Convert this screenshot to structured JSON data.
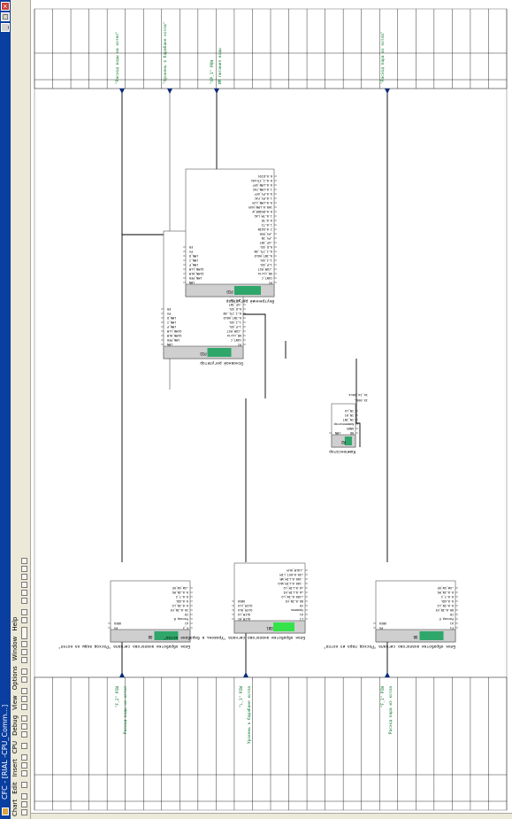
{
  "window": {
    "title": "CFC - [RIAL   -CPU_Comm...]"
  },
  "menu": [
    "Chart",
    "Edit",
    "Insert",
    "CPU",
    "Debug",
    "View",
    "Options",
    "Window",
    "Help"
  ],
  "colors": {
    "titlebar": "#0a3ea0",
    "wire": "#000000",
    "signal_text": "#0a7a2a",
    "block_header": "#c8c8c8",
    "block_active": "#2fa66a",
    "block_active_bright": "#34e34a"
  },
  "blocks": {
    "b1": {
      "title": "Блок обработки аналогово сигнала \"Расход воды на котел\"",
      "head": "OB",
      "left_pins": [
        "F_2",
        "A1",
        "Расход В",
        "CH",
        "20.0—IN_HI",
        "0.0—IN_LO",
        "0.0—SDL",
        "0.0—T_S",
        "0.0—IN_MS",
        "—SW_SW_HE"
      ],
      "right_pins": [
        "PV",
        "OBS0"
      ]
    },
    "b2": {
      "title": "Блок обработки аналогово сигнала \"Уровень в барабане котла\"",
      "head": "OB1",
      "left_pins": [
        "L1",
        "A1",
        "Уровень",
        "CH",
        "80.0—IN_HI",
        "+100.0—IN_LO",
        "+0.0—LIM_HI",
        "+0.0—LIM_LO",
        "-100.0—LIM_WLO",
        "-100.0—LIM_WR",
        "+30.0—HST_LIM",
        "—LOLM_HLM"
      ],
      "right_pins": [
        "QLIM_HI",
        "QLIM_LO",
        "QLIM_HLO",
        "QLIM_LLO",
        "OBS0"
      ]
    },
    "b3": {
      "title": "Блок обработки аналогово сигнала \"Расход пара из котла\"",
      "head": "OB",
      "left_pins": [
        "F1",
        "A1",
        "Расход П",
        "CH",
        "80.0—IN_HI",
        "0.0—IN_LO",
        "0.0—SDL",
        "0.0—T_S",
        "0.0—IN_MS",
        "—SW_SW_HE"
      ],
      "right_pins": [
        "PV",
        "OBS0"
      ]
    },
    "b4": {
      "title": "Компенсатор",
      "head": "RD",
      "left_pins": [
        "RD",
        "UNDV",
        "Компенсатор",
        "IN_INT",
        "IN_HI",
        "IN_LO"
      ],
      "right_pins": [
        "LMN"
      ],
      "extra": [
        "15.000—",
        "1о_1о_Vbus"
      ]
    },
    "b5": {
      "title": "Основной регулятор",
      "head": "PID",
      "left_pins": [
        "PI",
        "CONT_C",
        "OB_cycle",
        "—COM_RST",
        "1—P_SEL",
        "1—I_SEL",
        "0—INT_HOLD",
        "0—I_ITL_ON",
        "0—D_SEL",
        "—SP_INT",
        "—PV_IN",
        "—PV_PER",
        "10.0—GAIN",
        "0.0—TI",
        "0.0—TD",
        "-1.0—TM_LAG",
        "4p_50s_47Дhi—DEADB_W",
        "0.0—LMN_HLM",
        "0.0—LMN_LLM",
        "0.0—PV_FAC",
        "0.0—PV_OFF",
        "0.0—LMN_FAC",
        "0.0—LMN_OFF",
        "0.0—I_ITLVAL",
        "0.0—DISV"
      ],
      "right_pins": [
        "LMN",
        "LMN_PER",
        "QLMN_HLM",
        "QLMN_LLM",
        "LMN_P",
        "LMN_I",
        "LMN_D",
        "PV",
        "ER"
      ]
    },
    "b6": {
      "title": "Внутренний регулятор",
      "head": "PID",
      "left_pins": [
        "PI",
        "CONT_C",
        "OB_cycle",
        "—COM_RST",
        "1—P_SEL",
        "1—I_SEL",
        "0—INT_HOLD",
        "0—I_ITL_ON",
        "0—D_SEL",
        "—SP_INT",
        "—PV_IN",
        "—PV_PER",
        "2.0—GAIN",
        "1.0—TI",
        "0.0—TD",
        "1.0—TM_LAG",
        "0.0—DEADB_W",
        "100.0—LMN_HLM",
        "0.0—LMN_LLM",
        "1.0—PV_FAC",
        "0.0—PV_OFF",
        "1.0—LMN_FAC",
        "0.0—LMN_OFF",
        "0.0—I_ITLVAL",
        "0.0—DISV"
      ],
      "right_pins": [
        "LMN",
        "LMN_PER",
        "QLMN_HLM",
        "QLMN_LLM",
        "LMN_P",
        "LMN_I",
        "LMN_D",
        "PV",
        "ER"
      ]
    }
  },
  "signals_in": [
    {
      "tag": "\"F_2\" PIW",
      "desc": "Расход воды на котел"
    },
    {
      "tag": "\"L_1\" PIW",
      "desc": "Уровень в барабане котла"
    },
    {
      "tag": "\"F_1\" PIW",
      "desc": "Расход пара из котла"
    }
  ],
  "signals_out": [
    {
      "tag": "\"Расход воды на котел\""
    },
    {
      "tag": "\"Уровень в барабане котла\""
    },
    {
      "tag": "\"CP_1\" PQW",
      "desc": "ИМ питания воды"
    },
    {
      "tag": "\"Расход пара из котла\""
    }
  ]
}
